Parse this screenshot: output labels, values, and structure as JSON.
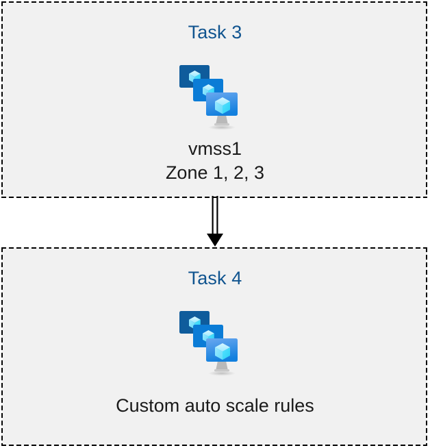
{
  "diagram": {
    "type": "flow",
    "background_color": "#ffffff",
    "box_fill_color": "#f1f1f1",
    "box_border_style": "dashed",
    "box_border_color": "#000000",
    "accent_color": "#10548f",
    "text_color": "#1a1a1a",
    "nodes": [
      {
        "id": "task-3",
        "title": "Task 3",
        "icon": "azure-virtual-machine-scale-set-icon",
        "labels": [
          "vmss1",
          "Zone 1, 2, 3"
        ]
      },
      {
        "id": "task-4",
        "title": "Task 4",
        "icon": "azure-virtual-machine-scale-set-icon",
        "labels": [
          "Custom auto scale rules"
        ]
      }
    ],
    "connectors": [
      {
        "id": "task3-to-task4",
        "from": "task-3",
        "to": "task-4",
        "style": "double-line-arrow",
        "direction": "down",
        "color": "#000000"
      }
    ],
    "icon_colors": {
      "monitor_back": "#0f5c9c",
      "monitor_middle": "#0b7cd6",
      "monitor_front_top": "#5ea0ee",
      "monitor_front_bottom": "#1380de",
      "cube_light": "#c3f1fd",
      "cube_mid": "#50e6ff",
      "cube_dark": "#9cebff",
      "stand": "#b3b3b3"
    }
  }
}
